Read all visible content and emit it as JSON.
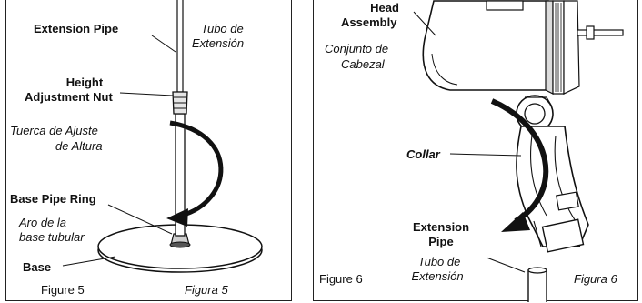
{
  "figure5": {
    "extension_pipe": "Extension Pipe",
    "tubo_de": "Tubo de",
    "extension_es": "Extensión",
    "height": "Height",
    "adjustment_nut": "Adjustment Nut",
    "tuerca": "Tuerca de Ajuste",
    "de_altura": "de Altura",
    "base_pipe_ring": "Base Pipe Ring",
    "aro": "Aro de la",
    "base_tubular": "base tubular",
    "base": "Base",
    "caption_en": "Figure 5",
    "caption_es": "Figura 5"
  },
  "figure6": {
    "head": "Head",
    "assembly": "Assembly",
    "conjunto": "Conjunto de",
    "cabezal": "Cabezal",
    "collar": "Collar",
    "extension": "Extension",
    "pipe": "Pipe",
    "tubo_de": "Tubo de",
    "extension_es": "Extensión",
    "caption_en": "Figure 6",
    "caption_es": "Figura 6"
  }
}
